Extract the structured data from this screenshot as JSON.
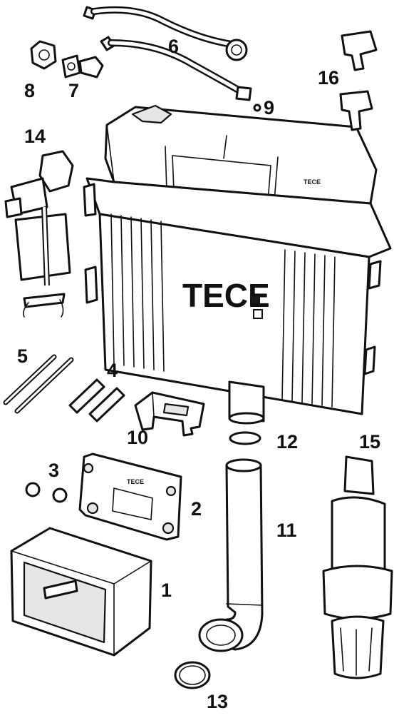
{
  "brand": {
    "logo_text": "TECE",
    "small_logo_text": "TECE",
    "plate_logo_text": "TECE"
  },
  "parts": [
    {
      "number": "1"
    },
    {
      "number": "2"
    },
    {
      "number": "3"
    },
    {
      "number": "4"
    },
    {
      "number": "5"
    },
    {
      "number": "6"
    },
    {
      "number": "7"
    },
    {
      "number": "8"
    },
    {
      "number": "9"
    },
    {
      "number": "10"
    },
    {
      "number": "11"
    },
    {
      "number": "12"
    },
    {
      "number": "13"
    },
    {
      "number": "14"
    },
    {
      "number": "15"
    },
    {
      "number": "16"
    }
  ]
}
